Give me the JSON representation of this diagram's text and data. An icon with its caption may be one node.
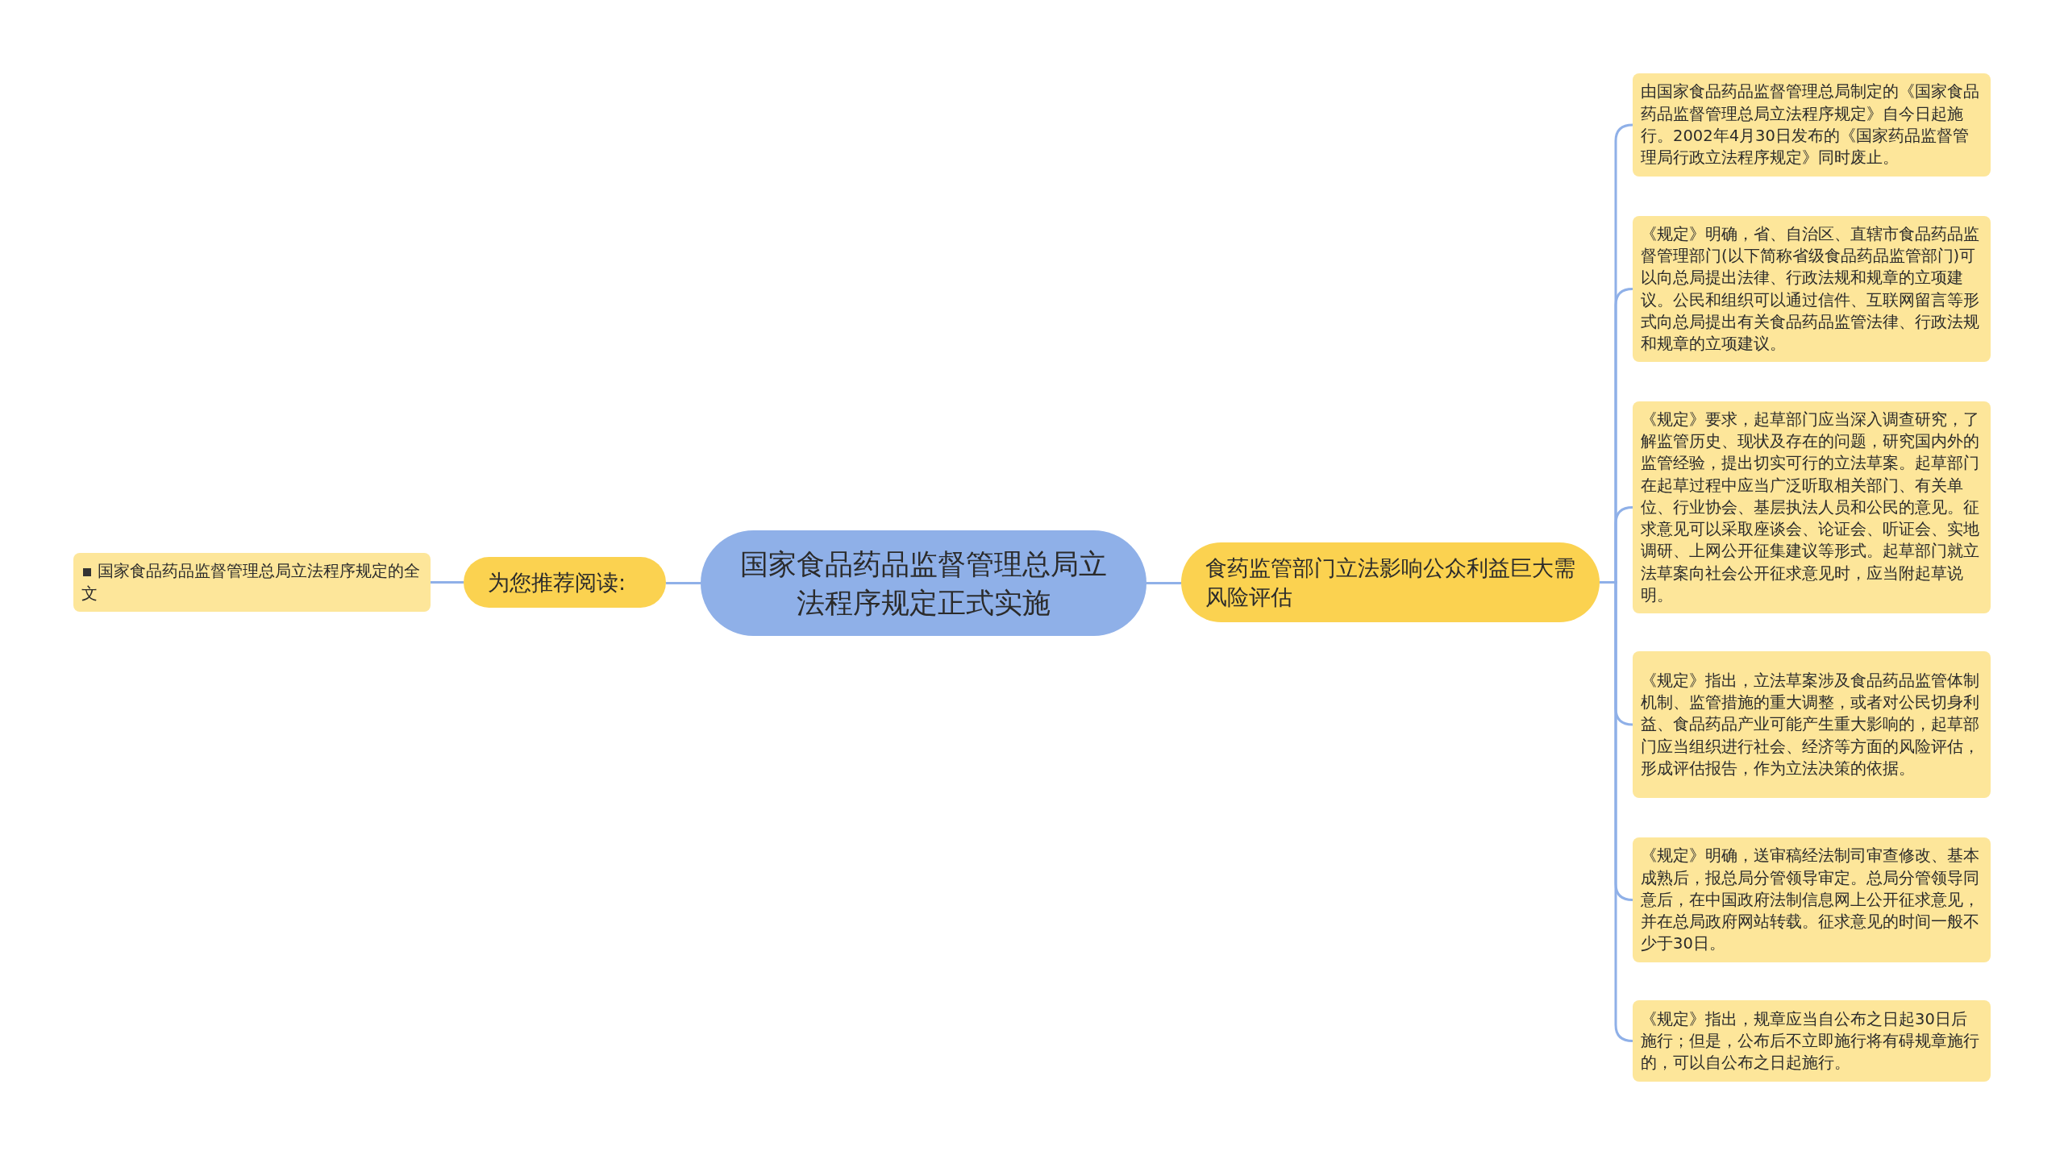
{
  "diagram": {
    "nodes": [
      {
        "text": [
          "国家食品药品监督管理总局立法程序规定正式实施"
        ]
      },
      {
        "text": [
          "为您推荐阅读:"
        ]
      },
      {
        "text": [
          "国家食品药品监督管理总局立法程序规定的全文"
        ]
      },
      {
        "text": [
          "食药监管部门立法影响公众利益巨大需风险评估"
        ]
      },
      {
        "text": [
          "由国家食品药品监督管理总局制定的《国家食品药品监督管理总局立法程序规定》自今日起施行。2002年4月30日发布的《国家药品监督管理局行政立法程序规定》同时废止。"
        ]
      },
      {
        "text": [
          "《规定》明确，省、自治区、直辖市食品药品监督管理部门(以下简称省级食品药品监管部门)可以向总局提出法律、行政法规和规章的立项建议。公民和组织可以通过信件、互联网留言等形式向总局提出有关食品药品监管法律、行政法规和规章的立项建议。"
        ]
      },
      {
        "text": [
          "《规定》要求，起草部门应当深入调查研究，了解监管历史、现状及存在的问题，研究国内外的监管经验，提出切实可行的立法草案。起草部门在起草过程中应当广泛听取相关部门、有关单位、行业协会、基层执法人员和公民的意见。征求意见可以采取座谈会、论证会、听证会、实地调研、上网公开征集建议等形式。起草部门就立法草案向社会公开征求意见时，应当附起草说明。"
        ]
      },
      {
        "text": [
          "《规定》指出，立法草案涉及食品药品监管体制机制、监管措施的重大调整，或者对公民切身利益、食品药品产业可能产生重大影响的，起草部门应当组织进行社会、经济等方面的风险评估，形成评估报告，作为立法决策的依据。"
        ]
      },
      {
        "text": [
          "《规定》明确，送审稿经法制司审查修改、基本成熟后，报总局分管领导审定。总局分管领导同意后，在中国政府法制信息网上公开征求意见，并在总局政府网站转载。征求意见的时间一般不少于30日。"
        ]
      },
      {
        "text": [
          "《规定》指出，规章应当自公布之日起30日后施行；但是，公布后不立即施行将有碍规章施行的，可以自公布之日起施行。"
        ]
      }
    ],
    "edges": [
      {
        "from": 0,
        "to": 1,
        "arrow": "none"
      },
      {
        "from": 1,
        "to": 2,
        "arrow": "none"
      },
      {
        "from": 0,
        "to": 3,
        "arrow": "none"
      },
      {
        "from": 3,
        "to": 4,
        "arrow": "none"
      },
      {
        "from": 3,
        "to": 5,
        "arrow": "none"
      },
      {
        "from": 3,
        "to": 6,
        "arrow": "none"
      },
      {
        "from": 3,
        "to": 7,
        "arrow": "none"
      },
      {
        "from": 3,
        "to": 8,
        "arrow": "none"
      },
      {
        "from": 3,
        "to": 9,
        "arrow": "none"
      }
    ]
  }
}
